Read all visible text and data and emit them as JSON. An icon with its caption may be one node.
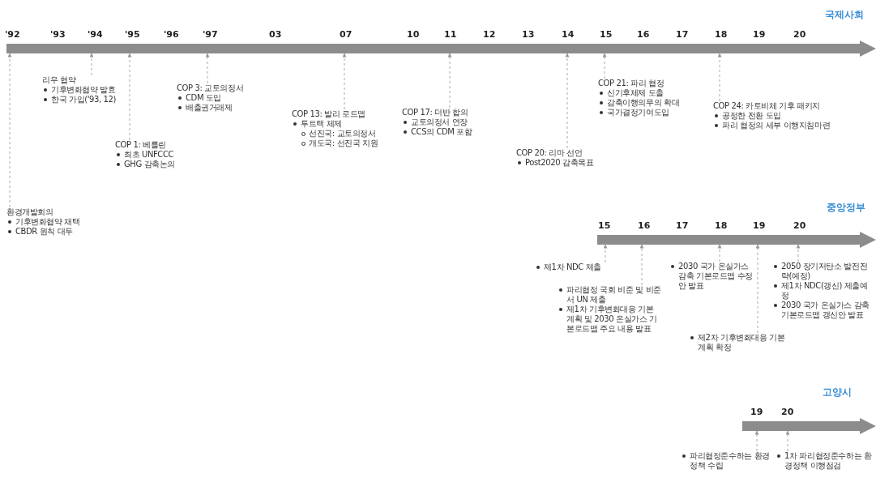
{
  "diagram": {
    "nodes": [
      {
        "text": [],
        "shape": "arrow"
      },
      {
        "text": [
          "환경개발회의",
          "기후변화협약 채택",
          "CBDR 원칙 대두"
        ]
      },
      {
        "text": [
          "리우 협약",
          "기후변화협약 발효",
          "한국 가입('93, 12)"
        ]
      },
      {
        "text": [
          "COP 1: 베를린",
          "최초 UNFCCC",
          "GHG 감축논의"
        ]
      },
      {
        "text": [
          "COP 3: 교토의정서",
          "CDM 도입",
          "배출권거래제"
        ]
      },
      {
        "text": [
          "COP 13: 발리 로드맵",
          "투트랙 체제",
          "선진국: 교토의정서",
          "개도국: 선진국 지원"
        ]
      },
      {
        "text": [
          "COP 17: 더반 합의",
          "교토의정서 연장",
          "CCS의 CDM 포함"
        ]
      },
      {
        "text": [
          "COP 20: 리마 선언",
          "Post2020 감축목표"
        ]
      },
      {
        "text": [
          "COP 21: 파리 협정",
          "신기후체제 도출",
          "감축이행의무의 확대",
          "국가결정기여도입"
        ]
      },
      {
        "text": [
          "COP 24: 카토비체 기후 패키지",
          "공정한 전환 도입",
          "파리 협정의 세부 이행지침마련"
        ]
      },
      {
        "text": [],
        "shape": "arrow"
      },
      {
        "text": [
          "제1차 NDC 제출"
        ]
      },
      {
        "text": [
          "파리협정 국회 비준 및 비준서 UN 제출",
          "제1차 기후변화대응 기본계획 및 2030 온실가스 기본로드맵 주요 내용 발표"
        ]
      },
      {
        "text": [
          "2030 국가 온실가스 감축 기본로드맵 수정안 발표"
        ]
      },
      {
        "text": [
          "제2차 기후변화대응 기본계획 확정"
        ]
      },
      {
        "text": [
          "2050 장기저탄소 발전전략(예정)",
          "제1차 NDC(갱신) 제출예정",
          "2030 국가 온실가스 감축 기본로드맵 갱신안 발표"
        ]
      },
      {
        "text": [],
        "shape": "arrow"
      },
      {
        "text": [
          "파리협정준수하는 환경정책 수립"
        ]
      },
      {
        "text": [
          "1차 파리협정준수하는 환경정책 이행점검"
        ]
      }
    ],
    "edges": [
      {
        "from": 1,
        "to": 0,
        "arrow": "to",
        "style": "dashed"
      },
      {
        "from": 2,
        "to": 0,
        "arrow": "to",
        "style": "dashed"
      },
      {
        "from": 3,
        "to": 0,
        "arrow": "to",
        "style": "dashed"
      },
      {
        "from": 4,
        "to": 0,
        "arrow": "to",
        "style": "dashed"
      },
      {
        "from": 5,
        "to": 0,
        "arrow": "to",
        "style": "dashed"
      },
      {
        "from": 6,
        "to": 0,
        "arrow": "to",
        "style": "dashed"
      },
      {
        "from": 7,
        "to": 0,
        "arrow": "to",
        "style": "dashed"
      },
      {
        "from": 8,
        "to": 0,
        "arrow": "to",
        "style": "dashed"
      },
      {
        "from": 9,
        "to": 0,
        "arrow": "to",
        "style": "dashed"
      },
      {
        "from": 11,
        "to": 10,
        "arrow": "to",
        "style": "dashed"
      },
      {
        "from": 12,
        "to": 10,
        "arrow": "to",
        "style": "dashed"
      },
      {
        "from": 13,
        "to": 10,
        "arrow": "to",
        "style": "dashed"
      },
      {
        "from": 14,
        "to": 10,
        "arrow": "to",
        "style": "dashed"
      },
      {
        "from": 15,
        "to": 10,
        "arrow": "to",
        "style": "dashed"
      },
      {
        "from": 17,
        "to": 16,
        "arrow": "to",
        "style": "dashed"
      },
      {
        "from": 18,
        "to": 16,
        "arrow": "to",
        "style": "dashed"
      }
    ],
    "labels": [
      "국제사회",
      "'92",
      "'93",
      "'94",
      "'95",
      "'96",
      "'97",
      "03",
      "07",
      "10",
      "11",
      "12",
      "13",
      "14",
      "15",
      "16",
      "17",
      "18",
      "19",
      "20",
      "중앙정부",
      "15",
      "16",
      "17",
      "18",
      "19",
      "20",
      "고양시",
      "19",
      "20"
    ]
  }
}
